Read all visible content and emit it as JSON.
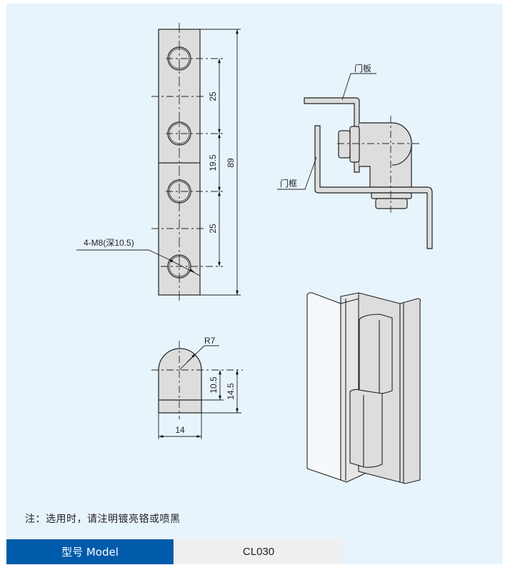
{
  "drawing": {
    "front_view": {
      "hole_callout": "4-M8(深10.5)",
      "dim_pitch_top": "25",
      "dim_pitch_middle": "19.5",
      "dim_pitch_bottom": "25",
      "dim_overall_height": "89"
    },
    "side_section": {
      "label_door_panel": "门板",
      "label_door_frame": "门框"
    },
    "end_view": {
      "dim_radius": "R7",
      "dim_height_inner": "10.5",
      "dim_height_outer": "14.5",
      "dim_width": "14"
    }
  },
  "note": "注：选用时，请注明镀亮铬或喷黑",
  "model_table": {
    "header": "型号 Model",
    "value": "CL030"
  },
  "colors": {
    "panel_bg": "#e8f4fc",
    "part_fill": "#dddddd",
    "header_blue": "#005bab",
    "cell_grey": "#efefef"
  }
}
